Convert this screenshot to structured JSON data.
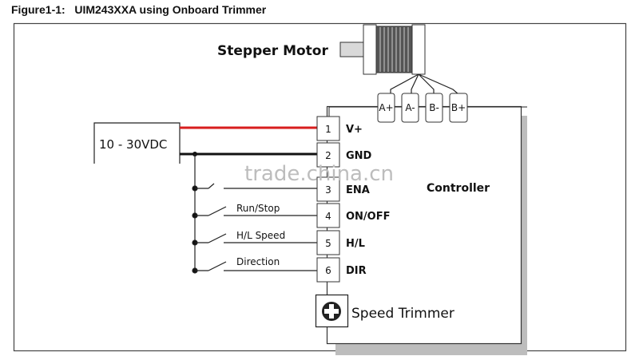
{
  "figure": {
    "title": "Figure1-1:   UIM243XXA using Onboard Trimmer"
  },
  "motor": {
    "label": "Stepper  Motor",
    "phases": [
      "A+",
      "A-",
      "B-",
      "B+"
    ]
  },
  "power_supply": {
    "label": "10 - 30VDC"
  },
  "controller": {
    "label": "Controller",
    "pins": [
      {
        "number": "1",
        "name": "V+"
      },
      {
        "number": "2",
        "name": "GND"
      },
      {
        "number": "3",
        "name": "ENA"
      },
      {
        "number": "4",
        "name": "ON/OFF"
      },
      {
        "number": "5",
        "name": "H/L"
      },
      {
        "number": "6",
        "name": "DIR"
      }
    ],
    "trimmer_label": "Speed Trimmer"
  },
  "switches": [
    {
      "label": "Run/Stop"
    },
    {
      "label": "H/L Speed"
    },
    {
      "label": "Direction"
    }
  ],
  "colors": {
    "vplus_wire": "#d81e1e",
    "gnd_wire": "#111111",
    "shadow": "#bdbdbd"
  },
  "watermark": "trade.china.cn"
}
